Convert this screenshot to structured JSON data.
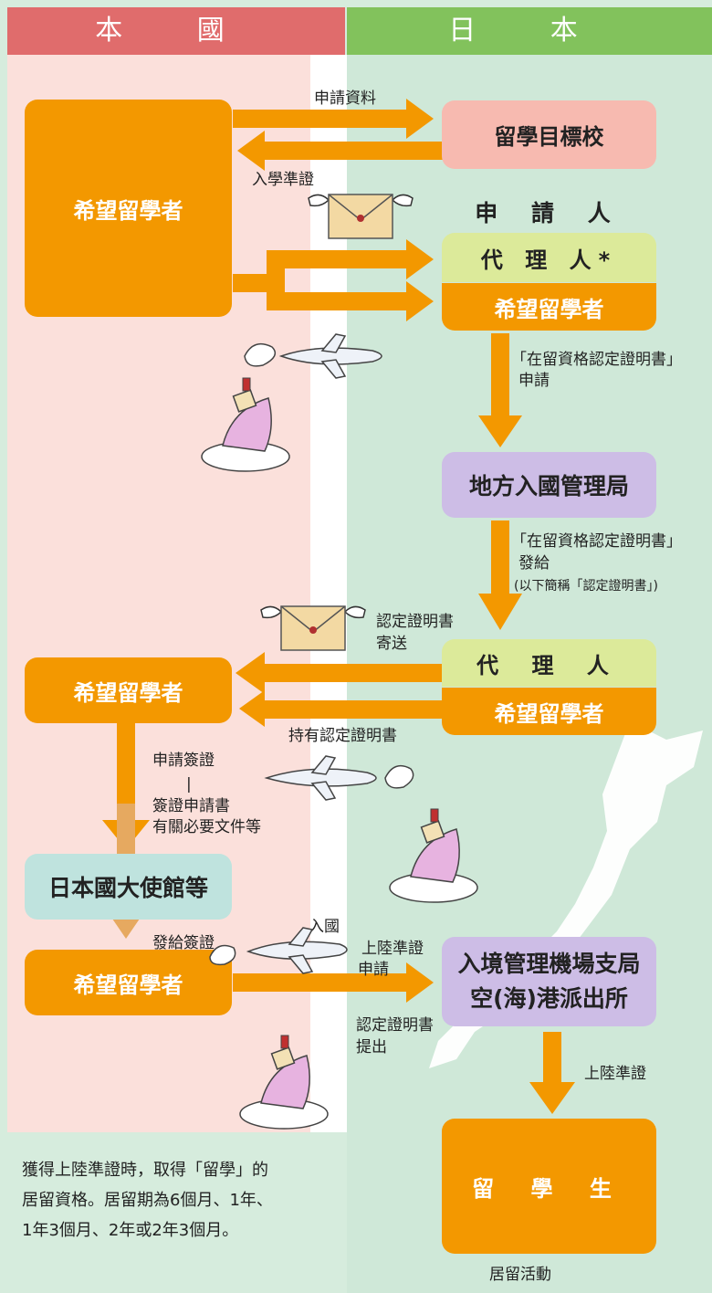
{
  "headers": {
    "left": "本 國",
    "right": "日 本"
  },
  "boxes": {
    "applicant_top": "希望留學者",
    "target_school": "留學目標校",
    "applicant_heading": "申 請 人",
    "agent_star": "代 理 人*",
    "applicant_mid": "希望留學者",
    "regional_bureau": "地方入國管理局",
    "agent_2": "代 理 人",
    "applicant_right_2": "希望留學者",
    "applicant_left_2": "希望留學者",
    "embassy": "日本國大使館等",
    "applicant_left_3": "希望留學者",
    "airport_bureau_line1": "入境管理機場支局",
    "airport_bureau_line2": "空(海)港派出所",
    "student": "留 學 生"
  },
  "labels": {
    "apply_docs": "申請資料",
    "admission_cert": "入學準證",
    "coe_apply_line1": "「在留資格認定證明書」",
    "coe_apply_line2": "申請",
    "coe_issue_line1": "「在留資格認定證明書」",
    "coe_issue_line2": "發給",
    "coe_issue_note": "(以下簡稱「認定證明書」)",
    "coe_send_line1": "認定證明書",
    "coe_send_line2": "寄送",
    "hold_coe": "持有認定證明書",
    "visa_apply_line1": "申請簽證",
    "visa_apply_line2": "|",
    "visa_apply_line3": "簽證申請書",
    "visa_apply_line4": "有關必要文件等",
    "issue_visa": "發給簽證",
    "entry": "入國",
    "landing_apply_line1": "上陸準證",
    "landing_apply_line2": "申請",
    "coe_submit_line1": "認定證明書",
    "coe_submit_line2": "提出",
    "landing_permit": "上陸準證",
    "residence_activity": "居留活動"
  },
  "note": {
    "line1": "獲得上陸準證時，取得「留學」的",
    "line2": "居留資格。居留期為6個月、1年、",
    "line3": "1年3個月、2年或2年3個月。"
  },
  "icons": [
    "envelope-icon",
    "airplane-icon",
    "ship-icon",
    "cloud-icon",
    "japan-map-icon"
  ],
  "colors": {
    "arrow": "#f39800",
    "left_header": "#e06c6c",
    "right_header": "#82c25c"
  }
}
